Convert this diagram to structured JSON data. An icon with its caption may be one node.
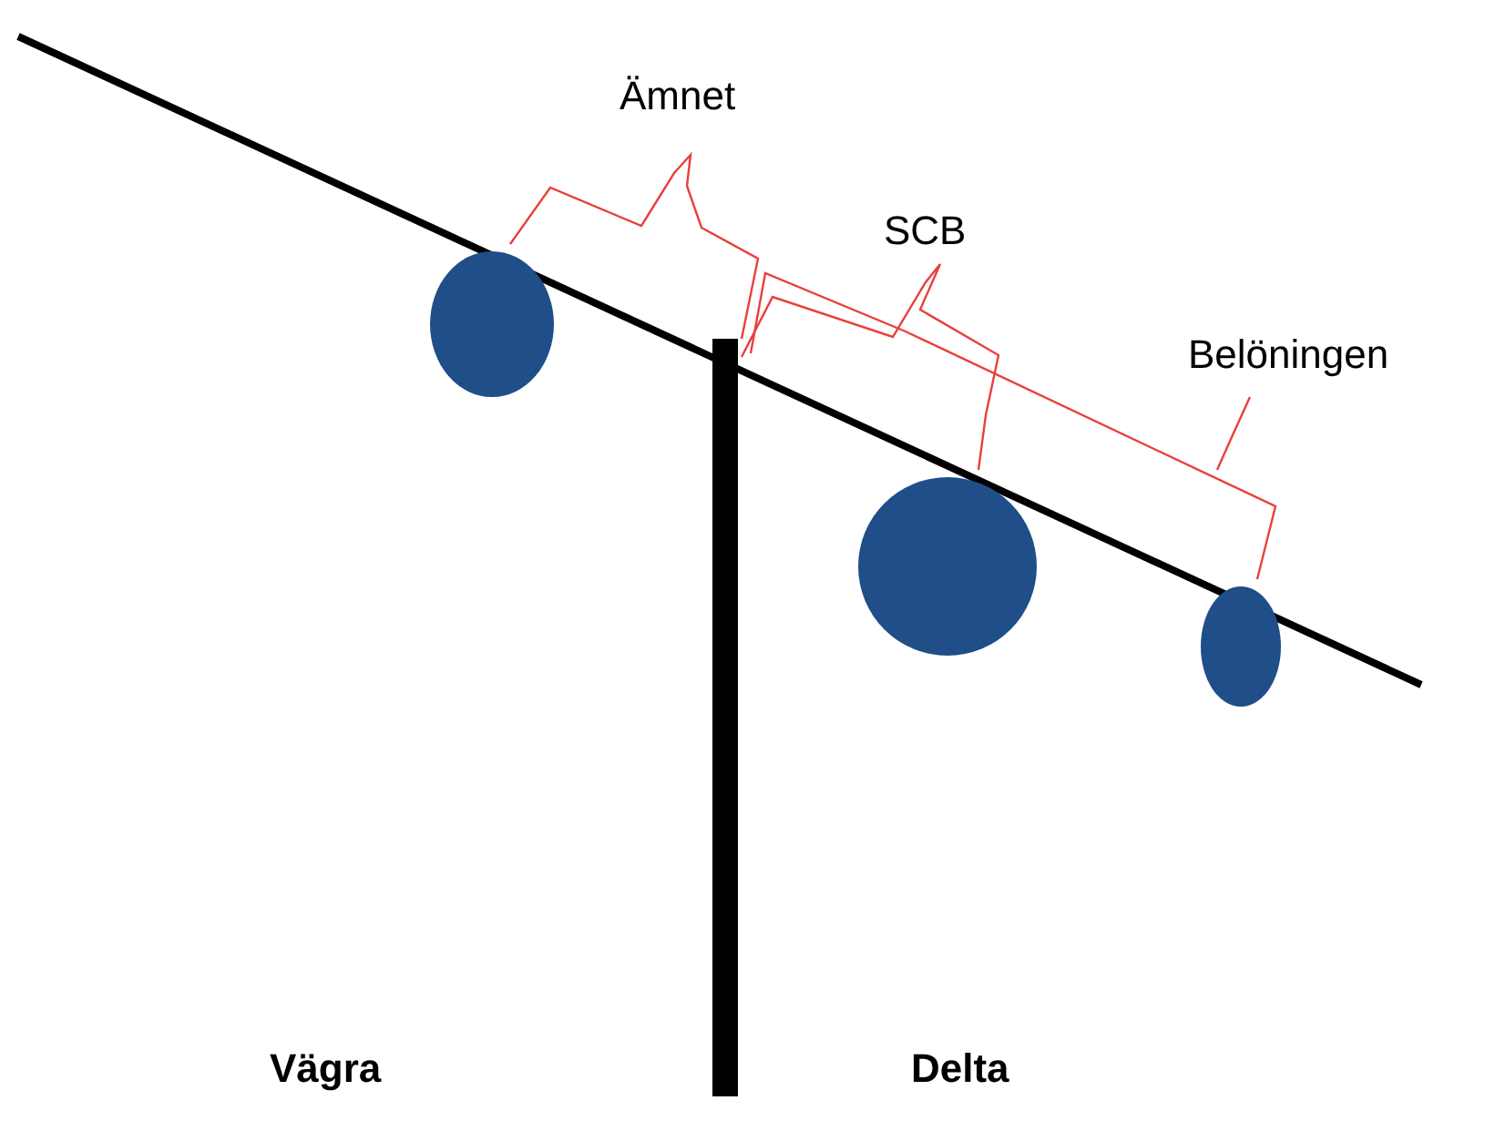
{
  "diagram": {
    "labels": [
      "Ämnet",
      "SCB",
      "Belöningen",
      "Vägra",
      "Delta"
    ]
  }
}
